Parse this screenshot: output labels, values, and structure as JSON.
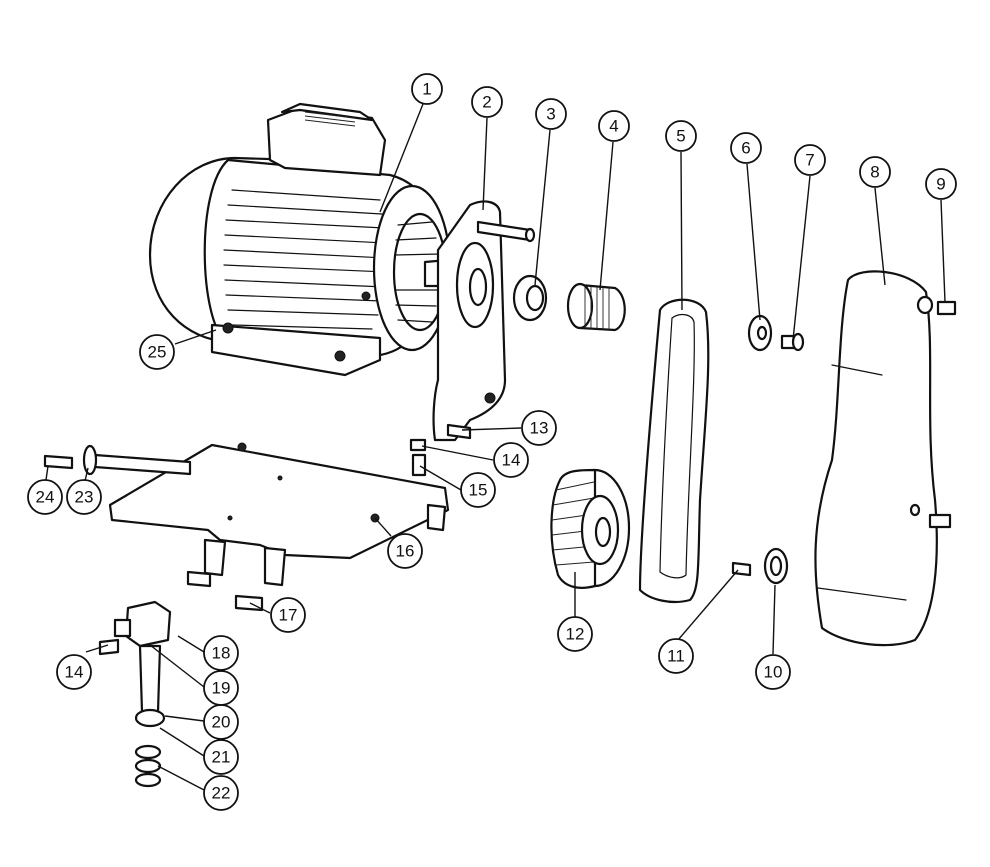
{
  "callouts": [
    {
      "id": "c1",
      "label": "1"
    },
    {
      "id": "c2",
      "label": "2"
    },
    {
      "id": "c3",
      "label": "3"
    },
    {
      "id": "c4",
      "label": "4"
    },
    {
      "id": "c5",
      "label": "5"
    },
    {
      "id": "c6",
      "label": "6"
    },
    {
      "id": "c7",
      "label": "7"
    },
    {
      "id": "c8",
      "label": "8"
    },
    {
      "id": "c9",
      "label": "9"
    },
    {
      "id": "c10",
      "label": "10"
    },
    {
      "id": "c11",
      "label": "11"
    },
    {
      "id": "c12",
      "label": "12"
    },
    {
      "id": "c13",
      "label": "13"
    },
    {
      "id": "c14a",
      "label": "14"
    },
    {
      "id": "c14b",
      "label": "14"
    },
    {
      "id": "c15",
      "label": "15"
    },
    {
      "id": "c16",
      "label": "16"
    },
    {
      "id": "c17",
      "label": "17"
    },
    {
      "id": "c18",
      "label": "18"
    },
    {
      "id": "c19",
      "label": "19"
    },
    {
      "id": "c20",
      "label": "20"
    },
    {
      "id": "c21",
      "label": "21"
    },
    {
      "id": "c22",
      "label": "22"
    },
    {
      "id": "c23",
      "label": "23"
    },
    {
      "id": "c24",
      "label": "24"
    },
    {
      "id": "c25",
      "label": "25"
    }
  ]
}
